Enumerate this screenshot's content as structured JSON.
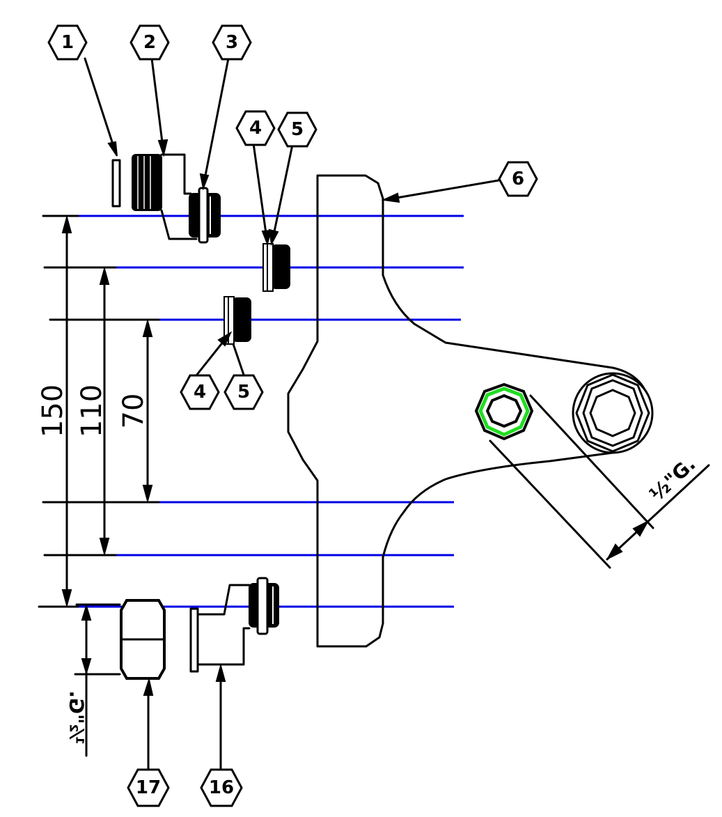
{
  "balloons": [
    {
      "id": "balloon-1",
      "text": "1"
    },
    {
      "id": "balloon-2",
      "text": "2"
    },
    {
      "id": "balloon-3",
      "text": "3"
    },
    {
      "id": "balloon-4a",
      "text": "4"
    },
    {
      "id": "balloon-5a",
      "text": "5"
    },
    {
      "id": "balloon-6",
      "text": "6"
    },
    {
      "id": "balloon-4b",
      "text": "4"
    },
    {
      "id": "balloon-5b",
      "text": "5"
    },
    {
      "id": "balloon-17",
      "text": "17"
    },
    {
      "id": "balloon-16",
      "text": "16"
    }
  ],
  "dimensions": {
    "d150": "150",
    "d110": "110",
    "d70": "70",
    "thread_right": "½\"G.",
    "thread_left": "½\"G."
  },
  "colors": {
    "centerline": "#0000e6",
    "highlight": "#22dd22",
    "ink": "#000000"
  }
}
